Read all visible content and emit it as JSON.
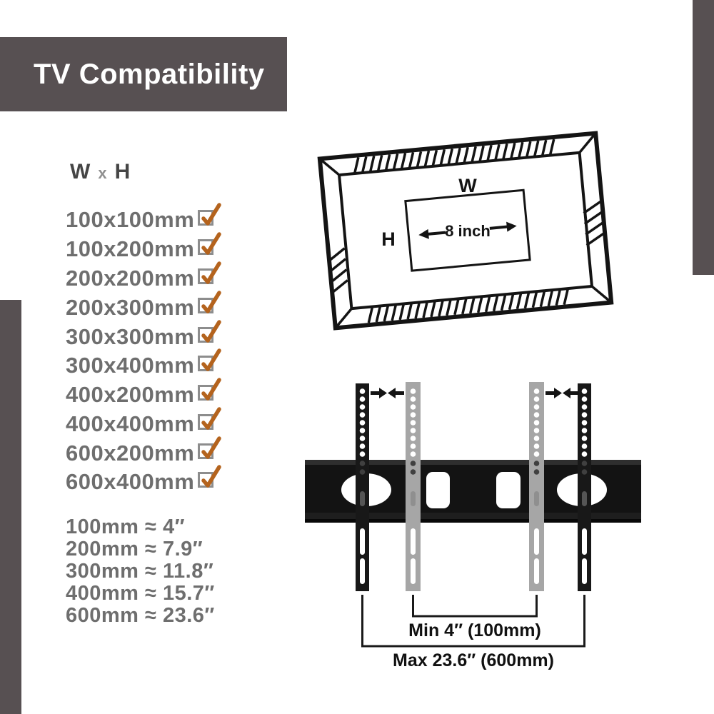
{
  "banner": {
    "title": "TV Compatibility"
  },
  "vesa": {
    "header": {
      "w": "W",
      "x": "x",
      "h": "H"
    },
    "items": [
      "100x100mm",
      "100x200mm",
      "200x200mm",
      "200x300mm",
      "300x300mm",
      "300x400mm",
      "400x200mm",
      "400x400mm",
      "600x200mm",
      "600x400mm"
    ],
    "all_checked": true
  },
  "conversions": [
    "100mm ≈ 4″",
    "200mm ≈ 7.9″",
    "300mm ≈ 11.8″",
    "400mm ≈ 15.7″",
    "600mm ≈ 23.6″"
  ],
  "tv_diagram": {
    "width_label": "W",
    "height_label": "H",
    "depth_label": "8 inch"
  },
  "bracket_diagram": {
    "min_label": "Min 4″ (100mm)",
    "max_label": "Max 23.6″ (600mm)"
  },
  "icons": {
    "check": "checkmark",
    "slide_arrows": "arrows pointing inward"
  },
  "colors": {
    "panel": "#575052",
    "check_orange": "#b4631d",
    "checkbox_border": "#8d8d8d",
    "text_gray": "#6e6e6e",
    "header_gray": "#454545",
    "diagram_black": "#141414",
    "rail_gray": "#a6a6a6"
  }
}
